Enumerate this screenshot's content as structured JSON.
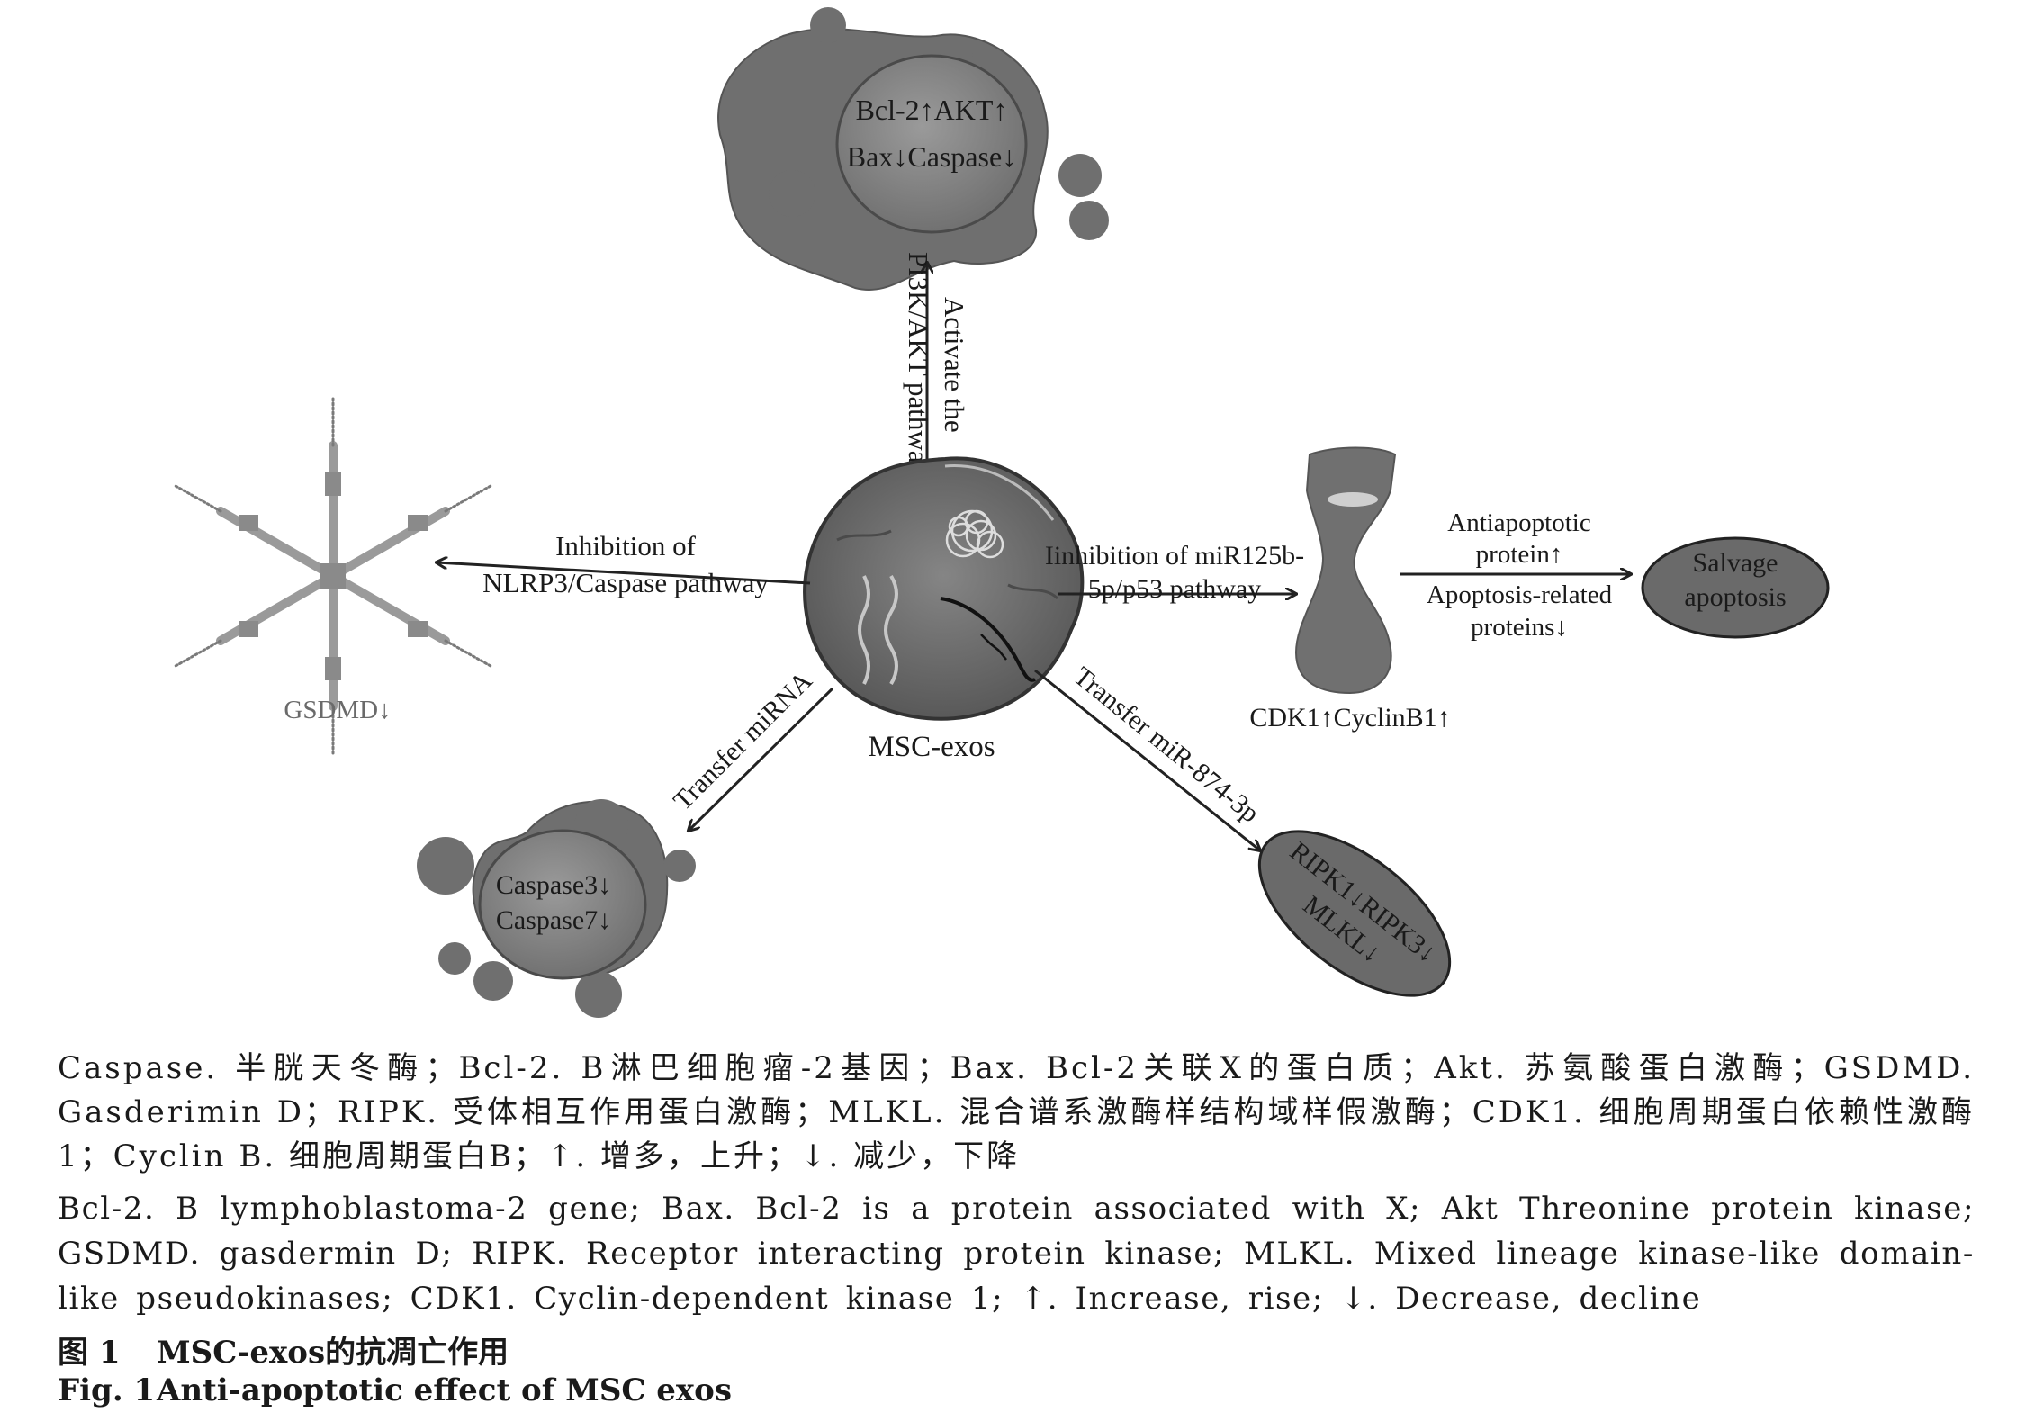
{
  "diagram": {
    "center": {
      "label": "MSC-exos"
    },
    "top": {
      "cell_line1": "Bcl-2↑AKT↑",
      "cell_line2": "Bax↓Caspase↓",
      "arrow_label_line1": "Activate the",
      "arrow_label_line2": "PI3K/AKT pathway"
    },
    "left": {
      "arrow_label_line1": "Inhibition of",
      "arrow_label_line2": "NLRP3/Caspase pathway",
      "protein_label": "GSDMD↓"
    },
    "right": {
      "arrow_label_line1": "Iinhibition of miR125b-",
      "arrow_label_line2": "5p/p53 pathway",
      "vase_label": "CDK1↑CyclinB1↑",
      "arrow2_label_line1": "Antiapoptotic",
      "arrow2_label_line2": "protein↑",
      "arrow2_label_line3": "Apoptosis-related",
      "arrow2_label_line4": "proteins↓",
      "ellipse_line1": "Salvage",
      "ellipse_line2": "apoptosis"
    },
    "bottom_left": {
      "arrow_label": "Transfer miRNA",
      "cell_line1": "Caspase3↓",
      "cell_line2": "Caspase7↓"
    },
    "bottom_right": {
      "arrow_label": "Transfer miR-874-3p",
      "ellipse_line1": "RIPK1↓RIPK3↓",
      "ellipse_line2": "MLKL↓"
    }
  },
  "caption": {
    "zh": "Caspase. 半胱天冬酶；Bcl-2. B淋巴细胞瘤-2基因；Bax. Bcl-2关联X的蛋白质；Akt. 苏氨酸蛋白激酶；GSDMD. Gasderimin D；RIPK. 受体相互作用蛋白激酶；MLKL. 混合谱系激酶样结构域样假激酶；CDK1. 细胞周期蛋白依赖性激酶1；Cyclin B. 细胞周期蛋白B；↑. 增多，上升；↓. 减少，下降",
    "en": "Bcl-2. B lymphoblastoma-2 gene; Bax. Bcl-2 is a protein associated with X; Akt Threonine protein kinase; GSDMD. gasdermin D; RIPK. Receptor interacting protein kinase; MLKL. Mixed lineage kinase-like domain-like pseudokinases; CDK1. Cyclin-dependent kinase 1; ↑. Increase, rise; ↓. Decrease, decline",
    "title_zh_num": "图 1",
    "title_zh": "MSC-exos的抗凋亡作用",
    "title_en_num": "Fig. 1",
    "title_en": "Anti-apoptotic effect of MSC exos"
  },
  "colors": {
    "cell_fill": "#707070",
    "nucleus_fill": "#8a8a8a",
    "ellipse_fill": "#6a6a6a",
    "arrow": "#222222",
    "spike": "#9a9a9a"
  }
}
